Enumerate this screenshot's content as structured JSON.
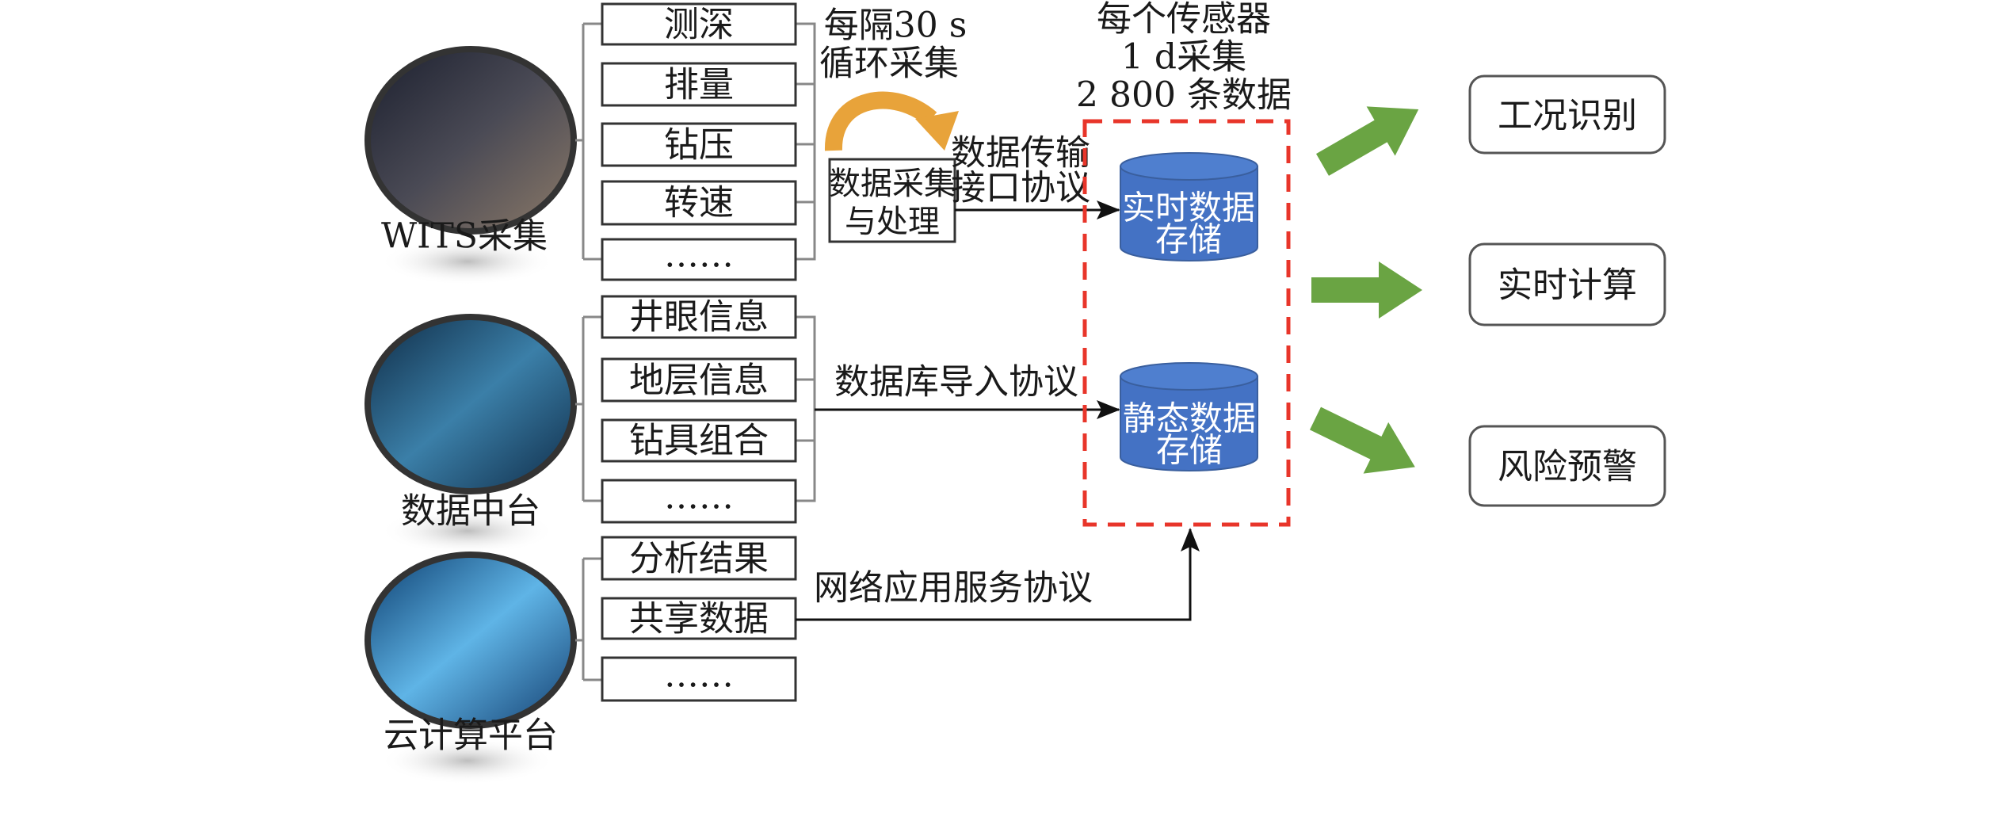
{
  "sources": [
    {
      "label": "WITS采集",
      "items": [
        "测深",
        "排量",
        "钻压",
        "转速",
        "……"
      ]
    },
    {
      "label": "数据中台",
      "items": [
        "井眼信息",
        "地层信息",
        "钻具组合",
        "……"
      ]
    },
    {
      "label": "云计算平台",
      "items": [
        "分析结果",
        "共享数据",
        "……"
      ]
    }
  ],
  "cycle_note": [
    "每隔30 s",
    "循环采集"
  ],
  "processing_box": [
    "数据采集",
    "与处理"
  ],
  "protocols": {
    "wits": [
      "数据传输",
      "接口协议"
    ],
    "platform": "数据库导入协议",
    "cloud": "网络应用服务协议"
  },
  "storage_note": [
    "每个传感器",
    "1 d采集",
    "2 800 条数据"
  ],
  "storage": [
    {
      "lines": [
        "实时数据",
        "存储"
      ]
    },
    {
      "lines": [
        "静态数据",
        "存储"
      ]
    }
  ],
  "outputs": [
    "工况识别",
    "实时计算",
    "风险预警"
  ],
  "colors": {
    "cylinder": "#4472c4",
    "dashed": "#e8352a",
    "green_arrow": "#6aa443",
    "orange_arrow": "#e8a33a"
  }
}
